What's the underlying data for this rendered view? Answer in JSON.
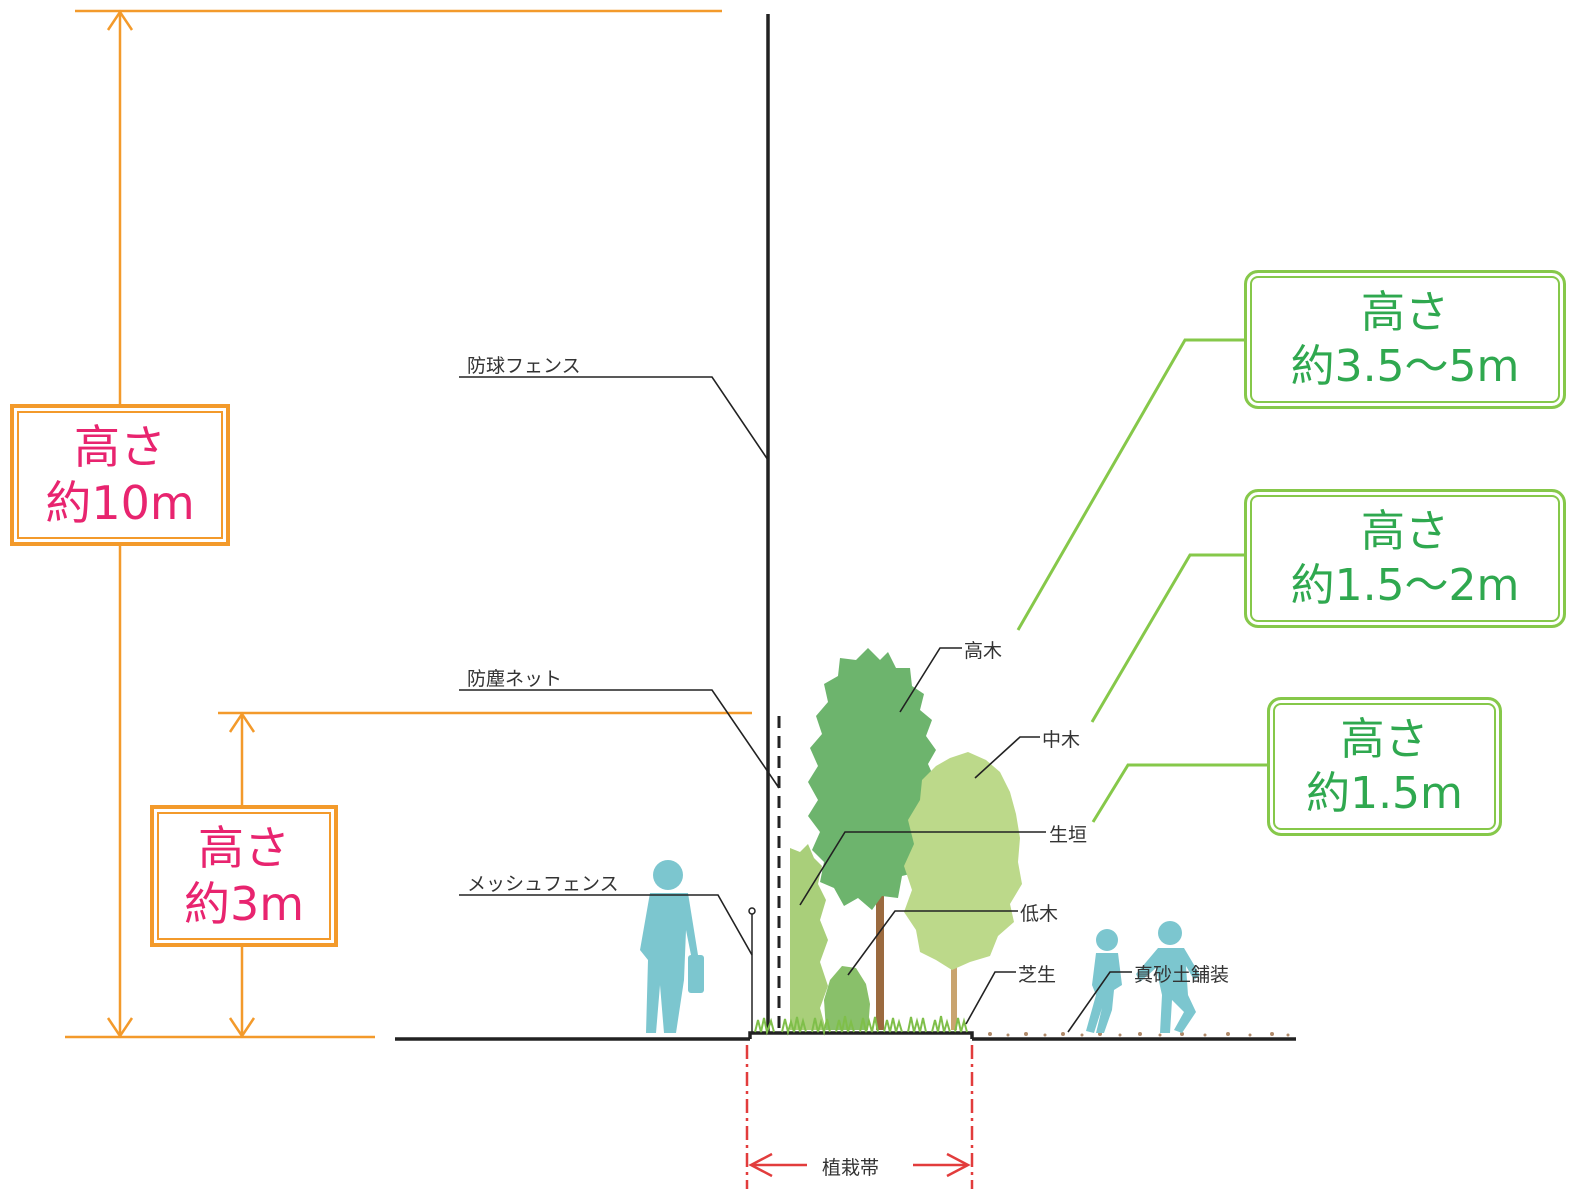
{
  "dimensions": {
    "total": {
      "title": "高さ",
      "value": "約10m"
    },
    "dust": {
      "title": "高さ",
      "value": "約3m"
    }
  },
  "callouts": {
    "tall": {
      "title": "高さ",
      "value": "約3.5〜5m"
    },
    "mid": {
      "title": "高さ",
      "value": "約1.5〜2m"
    },
    "hedge": {
      "title": "高さ",
      "value": "約1.5m"
    }
  },
  "labels": {
    "ball_fence": "防球フェンス",
    "dust_net": "防塵ネット",
    "mesh_fence": "メッシュフェンス",
    "tall_tree": "高木",
    "mid_tree": "中木",
    "hedge": "生垣",
    "shrub": "低木",
    "lawn": "芝生",
    "paving": "真砂土舗装",
    "planting_band": "植栽帯"
  },
  "colors": {
    "orange": "#f39a2b",
    "pink_text": "#e8246f",
    "green_border": "#86c84a",
    "green_text": "#2fa84f",
    "person": "#7cc6cf",
    "tall_tree": "#6db46d",
    "mid_tree": "#bcd98a",
    "hedge": "#a9cf7a",
    "band_red": "#e23c3c"
  }
}
